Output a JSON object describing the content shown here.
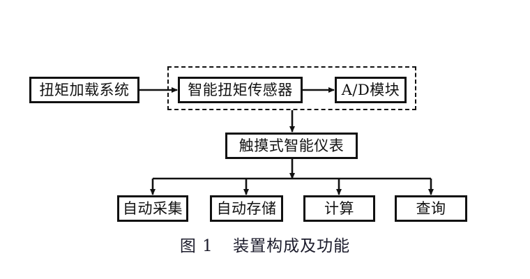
{
  "figure": {
    "caption_label": "图",
    "caption_number": "1",
    "caption_title": "装置构成及功能",
    "background_color": "#ffffff",
    "line_color": "#111111"
  },
  "nodes": {
    "torque_loading_system": {
      "label": "扭矩加载系统"
    },
    "smart_torque_sensor": {
      "label": "智能扭矩传感器"
    },
    "ad_module": {
      "label": "A/D模块"
    },
    "touch_instrument": {
      "label": "触摸式智能仪表"
    },
    "auto_collect": {
      "label": "自动采集"
    },
    "auto_store": {
      "label": "自动存储"
    },
    "calculate": {
      "label": "计算"
    },
    "query": {
      "label": "查询"
    }
  },
  "groups": {
    "sensor_group": {
      "label": ""
    }
  }
}
